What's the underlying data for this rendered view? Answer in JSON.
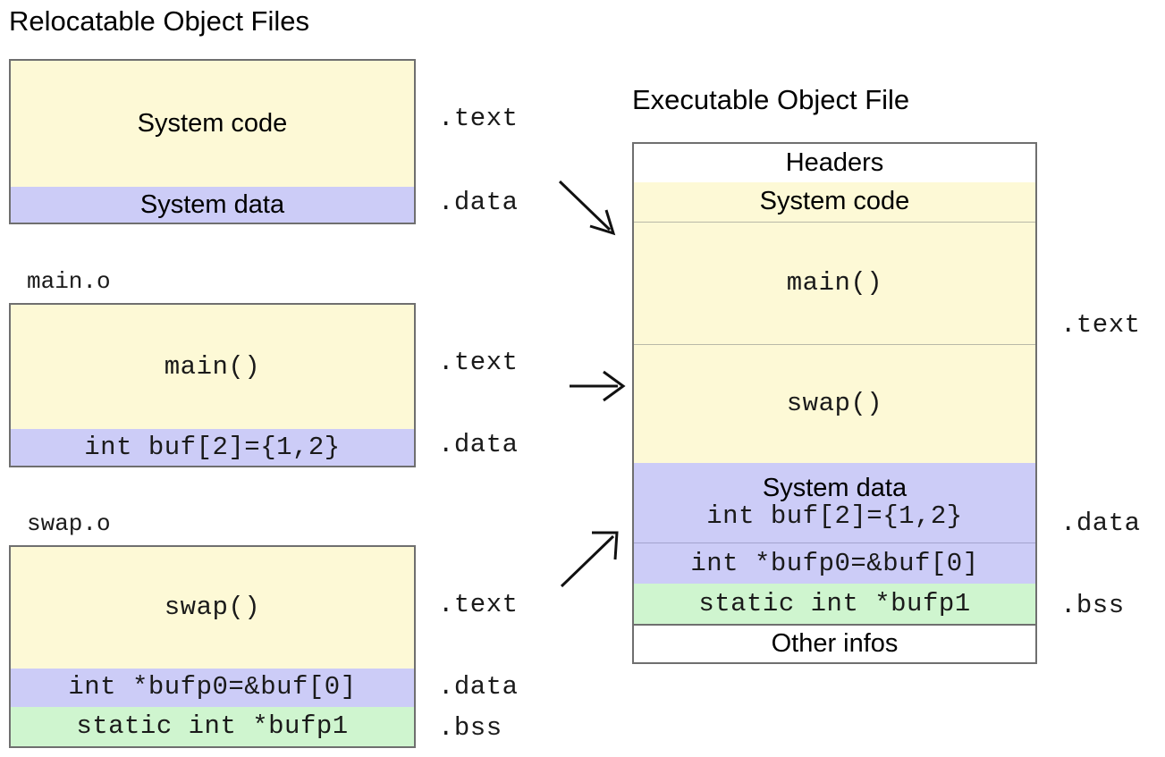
{
  "left_panel": {
    "title": "Relocatable Object Files",
    "modules": [
      {
        "caption": "",
        "segments": [
          {
            "text": "System code",
            "font": "sans",
            "fill": "yellow",
            "label": ".text"
          },
          {
            "text": "System data",
            "font": "sans",
            "fill": "purple",
            "label": ".data"
          }
        ]
      },
      {
        "caption": "main.o",
        "segments": [
          {
            "text": "main()",
            "font": "mono",
            "fill": "yellow",
            "label": ".text"
          },
          {
            "text": "int buf[2]={1,2}",
            "font": "mono",
            "fill": "purple",
            "label": ".data"
          }
        ]
      },
      {
        "caption": "swap.o",
        "segments": [
          {
            "text": "swap()",
            "font": "mono",
            "fill": "yellow",
            "label": ".text"
          },
          {
            "text": "int *bufp0=&buf[0]",
            "font": "mono",
            "fill": "purple",
            "label": ".data"
          },
          {
            "text": "static int *bufp1",
            "font": "mono",
            "fill": "green",
            "label": ".bss"
          }
        ]
      }
    ]
  },
  "right_panel": {
    "title": "Executable Object File",
    "segments": [
      {
        "text": "Headers",
        "font": "sans",
        "fill": "white"
      },
      {
        "text": "System code",
        "font": "sans",
        "fill": "yellow"
      },
      {
        "text": "main()",
        "font": "mono",
        "fill": "yellow"
      },
      {
        "text": "swap()",
        "font": "mono",
        "fill": "yellow"
      },
      {
        "text": "System data",
        "font": "sans",
        "fill": "purple"
      },
      {
        "text": "int buf[2]={1,2}",
        "font": "mono",
        "fill": "purple"
      },
      {
        "text": "int *bufp0=&buf[0]",
        "font": "mono",
        "fill": "purple"
      },
      {
        "text": "static int *bufp1",
        "font": "mono",
        "fill": "green"
      },
      {
        "text": "Other infos",
        "font": "sans",
        "fill": "white"
      }
    ],
    "labels": [
      {
        "text": ".text"
      },
      {
        "text": ".data"
      },
      {
        "text": ".bss"
      }
    ]
  },
  "arrows": [
    {
      "name": "arrow-down-right",
      "direction": "down-right"
    },
    {
      "name": "arrow-right",
      "direction": "right"
    },
    {
      "name": "arrow-up-right",
      "direction": "up-right"
    }
  ],
  "colors": {
    "code_fill": "#fdf9d6",
    "data_fill": "#ccccf7",
    "bss_fill": "#cff5cf",
    "white_fill": "#ffffff",
    "border": "#6f6f6f",
    "text": "#000000"
  }
}
